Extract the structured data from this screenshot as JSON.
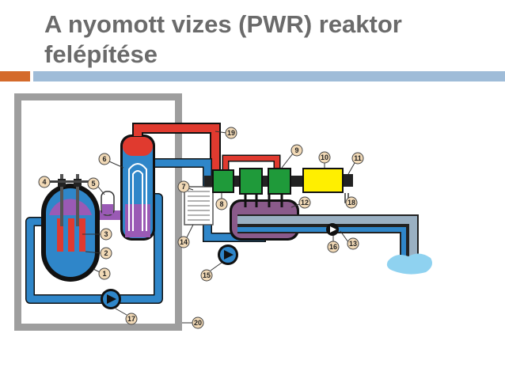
{
  "title": "A nyomott vizes (PWR) reaktor felépítése",
  "colors": {
    "accent_orange": "#d46a2b",
    "accent_blue": "#9fbcd8",
    "primary_loop": "#e03a2f",
    "cooling_water": "#2f86c9",
    "pressurizer": "#9a5ab5",
    "turbine": "#1f9a3a",
    "generator": "#ffef00",
    "condenser": "#8a5a8a",
    "label_fill": "#f1d9b6"
  },
  "labels": [
    "1",
    "2",
    "3",
    "4",
    "5",
    "6",
    "7",
    "8",
    "9",
    "10",
    "11",
    "12",
    "13",
    "14",
    "15",
    "16",
    "17",
    "18",
    "19",
    "20"
  ]
}
